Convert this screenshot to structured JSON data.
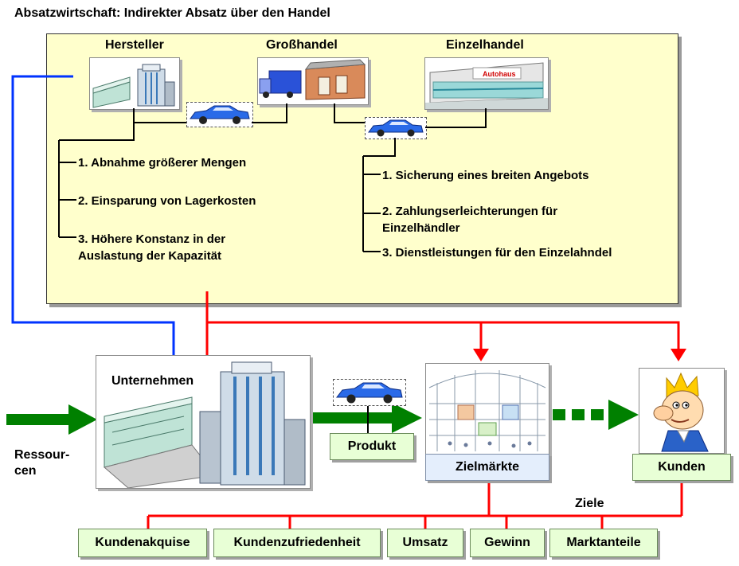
{
  "title": "Absatzwirtschaft: Indirekter Absatz über den Handel",
  "headers": {
    "hersteller": "Hersteller",
    "grosshandel": "Großhandel",
    "einzelhandel": "Einzelhandel"
  },
  "store_sign": "Autohaus",
  "left_items": [
    "1. Abnahme größerer Mengen",
    "2. Einsparung von Lagerkosten",
    "3. Höhere Konstanz in der Auslastung der Kapazität"
  ],
  "right_items": [
    "1. Sicherung eines breiten Angebots",
    "2. Zahlungserleichterungen für Einzelhändler",
    "3. Dienstleistungen für den Einzelahndel"
  ],
  "unternehmen": "Unternehmen",
  "ressourcen": "Ressour-\ncen",
  "produkt": "Produkt",
  "zielmaerkte": "Zielmärkte",
  "kunden": "Kunden",
  "ziele": "Ziele",
  "goals": [
    "Kundenakquise",
    "Kundenzufriedenheit",
    "Umsatz",
    "Gewinn",
    "Marktanteile"
  ],
  "colors": {
    "panel": "#ffffcc",
    "blue_line": "#0033ff",
    "red_line": "#ff0000",
    "green_arrow": "#008000",
    "label_bg": "#e8ffd6"
  },
  "icons": [
    "factory-icon",
    "truck-warehouse-icon",
    "car-dealership-icon",
    "car-icon",
    "shopping-mall-icon",
    "customer-king-icon"
  ]
}
